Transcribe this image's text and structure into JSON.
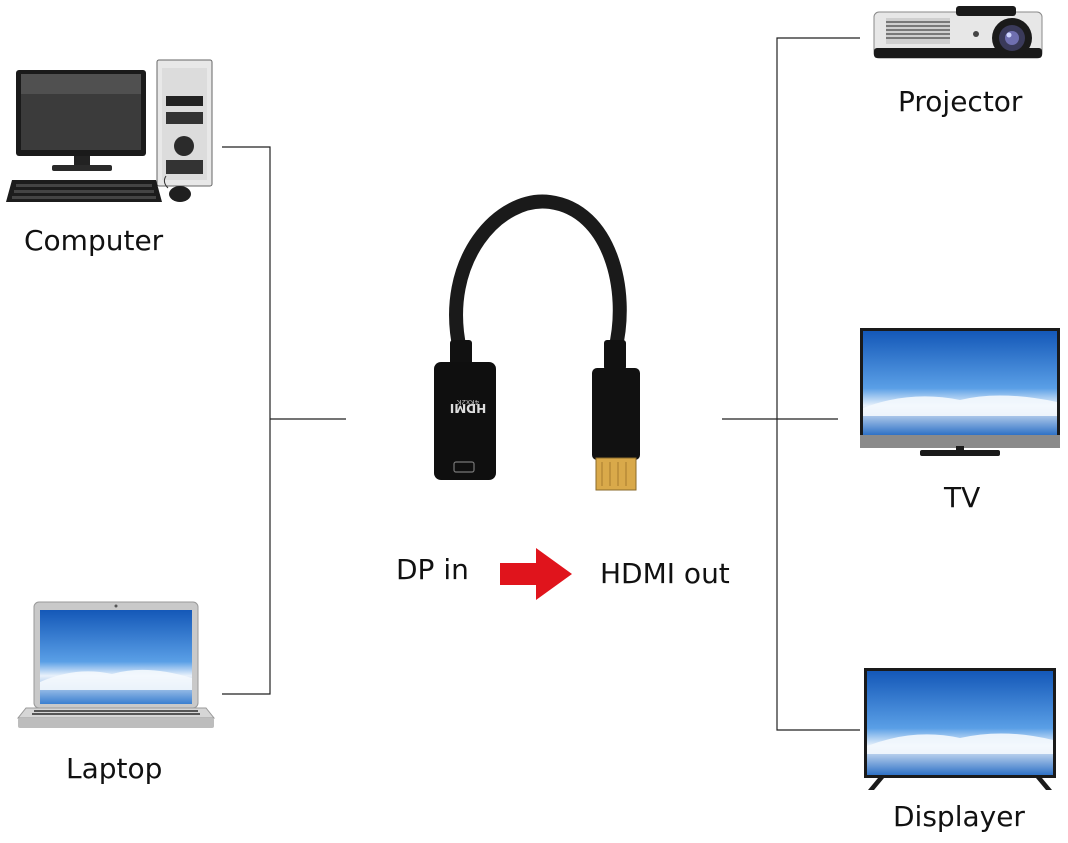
{
  "devices": {
    "computer": {
      "label": "Computer",
      "icon": "desktop-computer-icon"
    },
    "laptop": {
      "label": "Laptop",
      "icon": "laptop-icon"
    },
    "projector": {
      "label": "Projector",
      "icon": "projector-icon"
    },
    "tv": {
      "label": "TV",
      "icon": "tv-icon"
    },
    "displayer": {
      "label": "Displayer",
      "icon": "monitor-icon"
    }
  },
  "adapter": {
    "icon": "dp-to-hdmi-adapter-icon",
    "hdmi_label": "HDMI",
    "hdmi_sub_label": "4Kx2K"
  },
  "flow": {
    "input_label": "DP in",
    "output_label": "HDMI out",
    "arrow_color": "#e0141c"
  },
  "colors": {
    "line": "#222222",
    "screen_top": "#1b63c8",
    "screen_bottom": "#7fb6ee",
    "device_dark": "#1b1b1b",
    "plug_gold": "#d9a94a"
  }
}
